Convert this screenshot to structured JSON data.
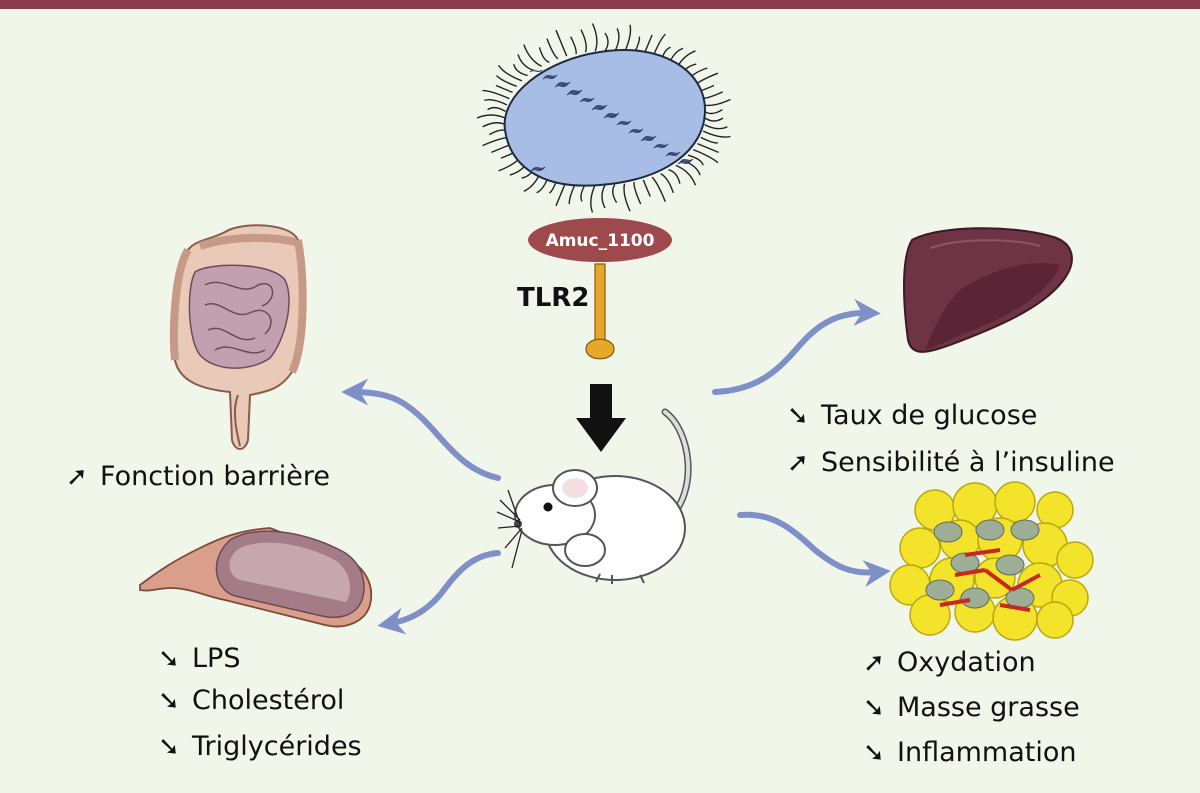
{
  "colors": {
    "frame": "#8a3b4d",
    "background": "#f1f6ea",
    "flow_arrow": "#7f8fc8",
    "amuc_fill": "#9e4a4c",
    "tlr2_fill": "#e5a829",
    "liver": "#6e3444",
    "fat_cell": "#f3e32a"
  },
  "icons": {
    "increase": "up-right-arrow-icon",
    "decrease": "down-right-arrow-icon"
  },
  "receptor": {
    "protein_label": "Amuc_1100",
    "receptor_label": "TLR2"
  },
  "left_effects": {
    "intestine": [
      {
        "direction": "up",
        "symbol": "➚",
        "text": "Fonction barrière"
      }
    ],
    "vessel": [
      {
        "direction": "down",
        "symbol": "➘",
        "text": "LPS"
      },
      {
        "direction": "down",
        "symbol": "➘",
        "text": "Cholestérol"
      },
      {
        "direction": "down",
        "symbol": "➘",
        "text": "Triglycérides"
      }
    ]
  },
  "right_effects": {
    "liver": [
      {
        "direction": "down",
        "symbol": "➘",
        "text": "Taux de glucose"
      },
      {
        "direction": "up",
        "symbol": "➚",
        "text": "Sensibilité à l’insuline"
      }
    ],
    "adipose": [
      {
        "direction": "up",
        "symbol": "➚",
        "text": "Oxydation"
      },
      {
        "direction": "down",
        "symbol": "➘",
        "text": "Masse grasse"
      },
      {
        "direction": "down",
        "symbol": "➘",
        "text": "Inflammation"
      }
    ]
  }
}
